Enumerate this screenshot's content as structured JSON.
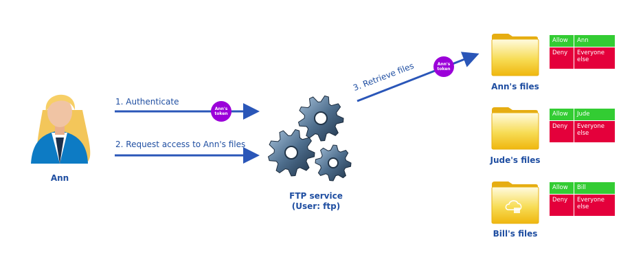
{
  "user": {
    "name": "Ann"
  },
  "steps": {
    "authenticate": "1.  Authenticate",
    "request": "2. Request access to Ann's files",
    "retrieve": "3. Retrieve files"
  },
  "token": {
    "line1": "Ann's",
    "line2": "token"
  },
  "service": {
    "line1": "FTP service",
    "line2": "(User: ftp)"
  },
  "folders": [
    {
      "name": "Ann's files",
      "allow_label": "Allow",
      "allow_who": "Ann",
      "deny_label": "Deny",
      "deny_who": "Everyone else"
    },
    {
      "name": "Jude's files",
      "allow_label": "Allow",
      "allow_who": "Jude",
      "deny_label": "Deny",
      "deny_who": "Everyone else"
    },
    {
      "name": "Bill's files",
      "allow_label": "Allow",
      "allow_who": "Bill",
      "deny_label": "Deny",
      "deny_who": "Everyone else"
    }
  ],
  "colors": {
    "arrow": "#2a56b8",
    "token": "#9b00d9",
    "allow": "#33cc33",
    "deny": "#e4003b",
    "folder": "#f2c21a"
  }
}
